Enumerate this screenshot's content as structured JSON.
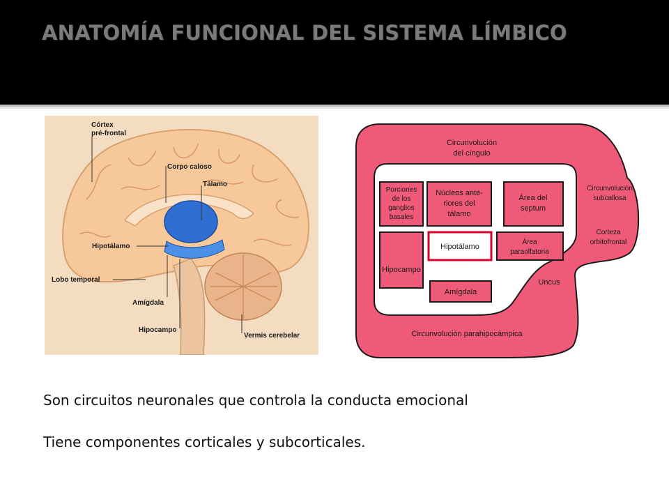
{
  "slide": {
    "title": "ANATOMÍA FUNCIONAL DEL SISTEMA LÍMBICO"
  },
  "brain_diagram": {
    "labels": {
      "cortex_line1": "Córtex",
      "cortex_line2": "pré-frontal",
      "corpo_caloso": "Corpo caloso",
      "talamo": "Tálamo",
      "hipotalamo": "Hipotálamo",
      "lobo_temporal": "Lobo temporal",
      "amigdala": "Amígdala",
      "hipocampo": "Hipocampo",
      "vermis": "Vermis cerebelar"
    },
    "colors": {
      "background": "#f3dcbf",
      "cortex": "#f6c89a",
      "thalamus": "#2f6fd1"
    }
  },
  "circuit_diagram": {
    "labels": {
      "cingulo_1": "Circunvolución",
      "cingulo_2": "del cíngulo",
      "porciones_1": "Porciones",
      "porciones_2": "de los",
      "porciones_3": "ganglios",
      "porciones_4": "basales",
      "nucleos_1": "Núcleos ante-",
      "nucleos_2": "riores del",
      "nucleos_3": "tálamo",
      "area_septum_1": "Área del",
      "area_septum_2": "septum",
      "subcallosa_1": "Circunvolución",
      "subcallosa_2": "subcallosa",
      "corteza_1": "Corteza",
      "corteza_2": "orbitofrontal",
      "hipotalamo": "Hipotálamo",
      "paraolfatoria_1": "Área",
      "paraolfatoria_2": "paraolfatoria",
      "hipocampo": "Hipocampo",
      "amigdala": "Amígdala",
      "uncus": "Uncus",
      "parahipocampica": "Circunvolución parahipocámpica"
    },
    "colors": {
      "fill": "#ef5a78",
      "stroke": "#1a1a1a",
      "highlight": "#d6002a"
    }
  },
  "body": {
    "line1": "Son circuitos neuronales que controla la conducta emocional",
    "line2": "Tiene componentes corticales y subcorticales."
  }
}
